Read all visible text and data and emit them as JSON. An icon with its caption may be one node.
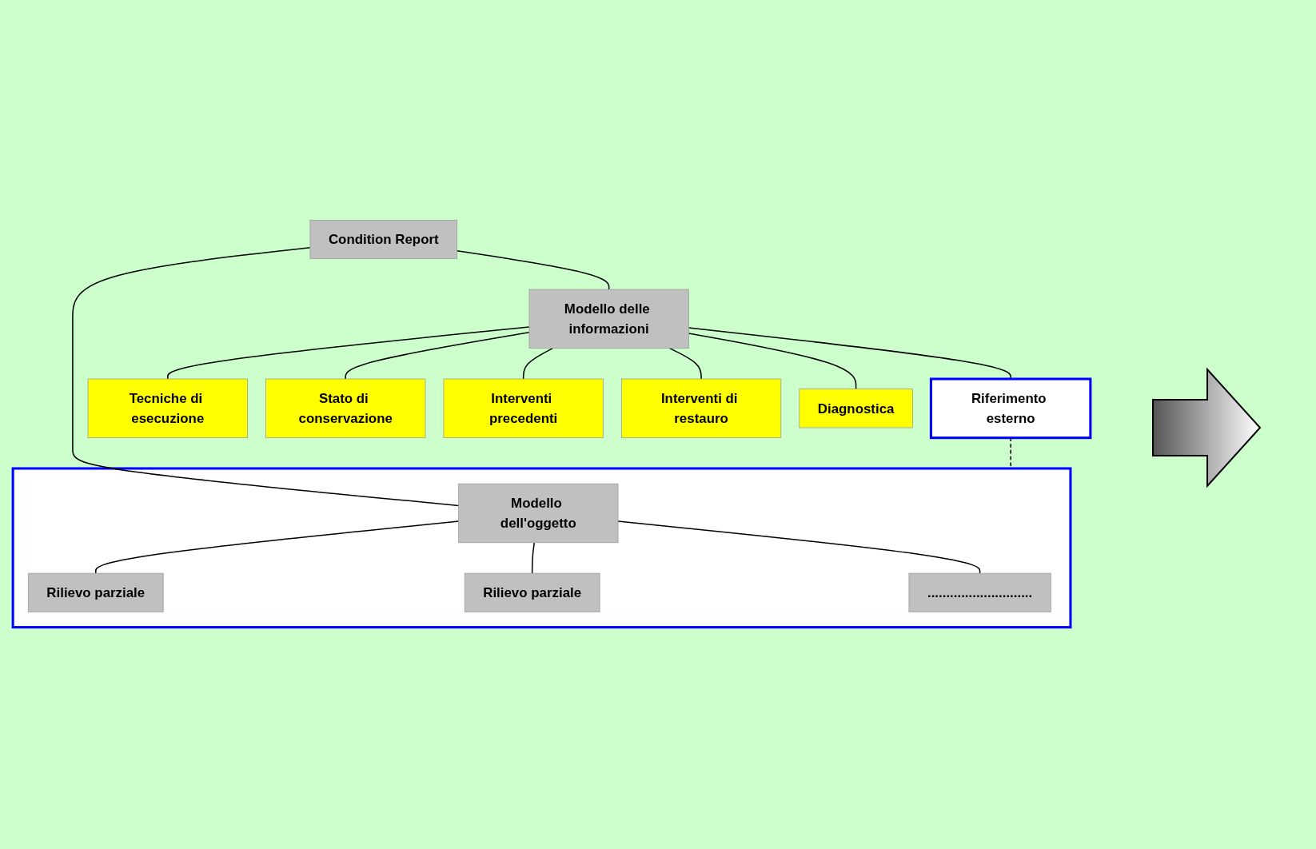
{
  "diagram": {
    "nodes": [
      {
        "text": [
          "Condition Report"
        ]
      },
      {
        "text": [
          "Modello delle informazioni"
        ]
      },
      {
        "text": [
          "Riferimento esterno"
        ]
      },
      {
        "text": [
          "Tecniche di esecuzione"
        ]
      },
      {
        "text": [
          "Stato di conservazione"
        ]
      },
      {
        "text": [
          "Interventi precedenti"
        ]
      },
      {
        "text": [
          "Interventi di restauro"
        ]
      },
      {
        "text": [
          "Diagnostica"
        ]
      },
      {
        "text": [],
        "shape": "box"
      },
      {
        "text": [
          "Modello dell'oggetto"
        ],
        "in": 8
      },
      {
        "text": [
          "Rilievo parziale"
        ],
        "in": 8
      },
      {
        "text": [
          "Rilievo parziale"
        ],
        "in": 8
      },
      {
        "text": [
          "............................"
        ],
        "in": 8
      }
    ],
    "edges": [
      {
        "from": 0,
        "to": 1,
        "arrow": "none"
      },
      {
        "from": 0,
        "to": 9,
        "arrow": "none"
      },
      {
        "from": 1,
        "to": 2,
        "arrow": "none"
      },
      {
        "from": 1,
        "to": 3,
        "arrow": "none"
      },
      {
        "from": 1,
        "to": 4,
        "arrow": "none"
      },
      {
        "from": 1,
        "to": 5,
        "arrow": "none"
      },
      {
        "from": 1,
        "to": 6,
        "arrow": "none"
      },
      {
        "from": 1,
        "to": 7,
        "arrow": "none"
      },
      {
        "from": 2,
        "to": 8,
        "arrow": "none",
        "style": "dashed"
      },
      {
        "from": 9,
        "to": 10,
        "arrow": "none"
      },
      {
        "from": 9,
        "to": 11,
        "arrow": "none"
      },
      {
        "from": 9,
        "to": 12,
        "arrow": "none"
      }
    ]
  }
}
